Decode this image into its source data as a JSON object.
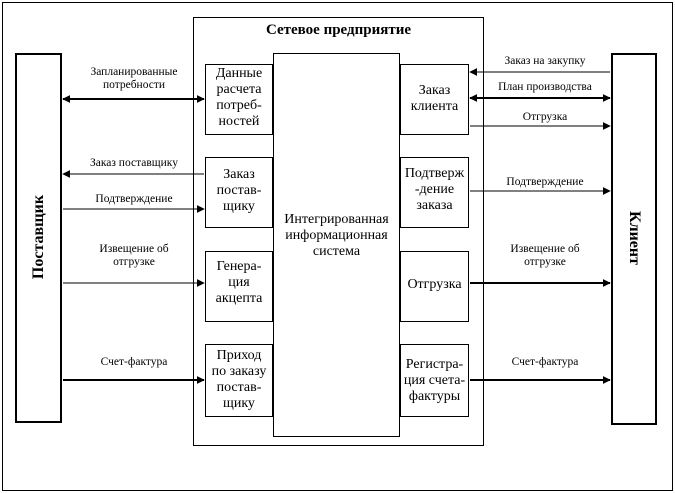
{
  "title": "Сетевое предприятие",
  "supplier": "Поставщик",
  "client": "Клиент",
  "center": [
    "Интегрированная",
    "информационная",
    "система"
  ],
  "left_boxes": [
    [
      "Данные",
      "расчета",
      "потреб-",
      "ностей"
    ],
    [
      "Заказ",
      "постав-",
      "щику"
    ],
    [
      "Генера-",
      "ция",
      "акцепта"
    ],
    [
      "Приход",
      "по заказу",
      "постав-",
      "щику"
    ]
  ],
  "right_boxes": [
    [
      "Заказ",
      "клиента"
    ],
    [
      "Подтверж",
      "-дение",
      "заказа"
    ],
    [
      "Отгрузка"
    ],
    [
      "Регистра-",
      "ция счета-",
      "фактуры"
    ]
  ],
  "left_arrows": [
    [
      "Запланированные",
      "потребности"
    ],
    [
      "Заказ поставщику"
    ],
    [
      "Подтверждение"
    ],
    [
      "Извещение об",
      "отгрузке"
    ],
    [
      "Счет-фактура"
    ]
  ],
  "right_arrows": [
    [
      "Заказ на закупку"
    ],
    [
      "План производства"
    ],
    [
      "Отгрузка"
    ],
    [
      "Подтверждение"
    ],
    [
      "Извещение об",
      "отгрузке"
    ],
    [
      "Счет-фактура"
    ]
  ]
}
